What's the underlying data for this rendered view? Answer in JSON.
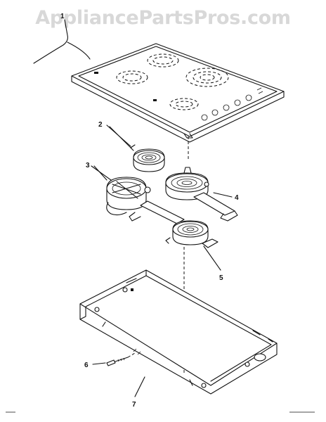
{
  "watermark": "AppliancePartsPros.com",
  "callouts": [
    {
      "id": "1",
      "label": "1"
    },
    {
      "id": "2",
      "label": "2"
    },
    {
      "id": "3",
      "label": "3"
    },
    {
      "id": "4",
      "label": "4"
    },
    {
      "id": "5",
      "label": "5"
    },
    {
      "id": "6",
      "label": "6"
    },
    {
      "id": "7",
      "label": "7"
    }
  ]
}
